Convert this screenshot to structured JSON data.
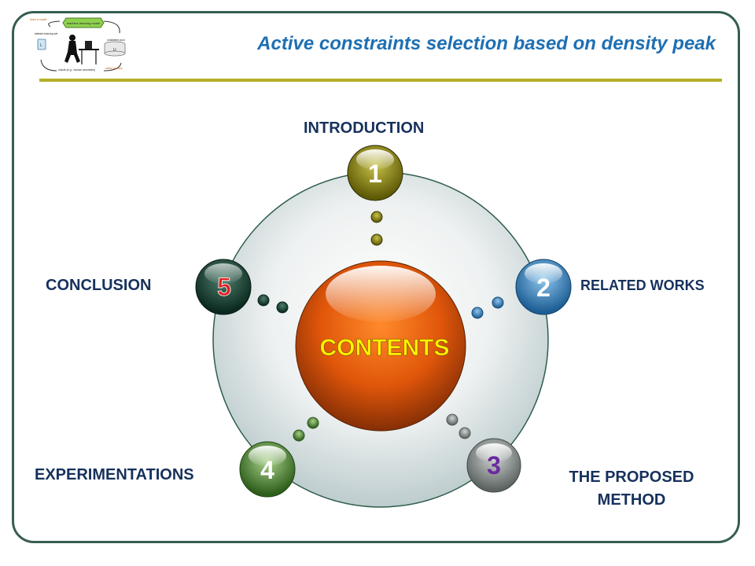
{
  "header": {
    "title": "Active constraints selection based on density peak",
    "logo": {
      "label_top": "machine learning model",
      "label_train": "learn a model",
      "label_labeled": "labeled training set",
      "label_unlabeled": "unlabeled pool",
      "label_oracle": "oracle (e.g., human annotator)",
      "label_select": "select queries",
      "symbol_L": "L",
      "symbol_U": "U"
    }
  },
  "diagram": {
    "center_label": "CONTENTS",
    "nodes": [
      {
        "number": "1",
        "label": "INTRODUCTION",
        "color": "#8f8a12",
        "digit_color": "#ffffff"
      },
      {
        "number": "2",
        "label": "RELATED WORKS",
        "color": "#3b8ec8",
        "digit_color": "#ffffff"
      },
      {
        "number": "3",
        "label_line1": "THE PROPOSED",
        "label_line2": "METHOD",
        "color": "#8a9290",
        "digit_color": "#6b2aa0"
      },
      {
        "number": "4",
        "label": "EXPERIMENTATIONS",
        "color": "#4f8a3a",
        "digit_color": "#ffffff"
      },
      {
        "number": "5",
        "label": "CONCLUSION",
        "color": "#1d4a3a",
        "digit_color": "#e02020"
      }
    ]
  }
}
